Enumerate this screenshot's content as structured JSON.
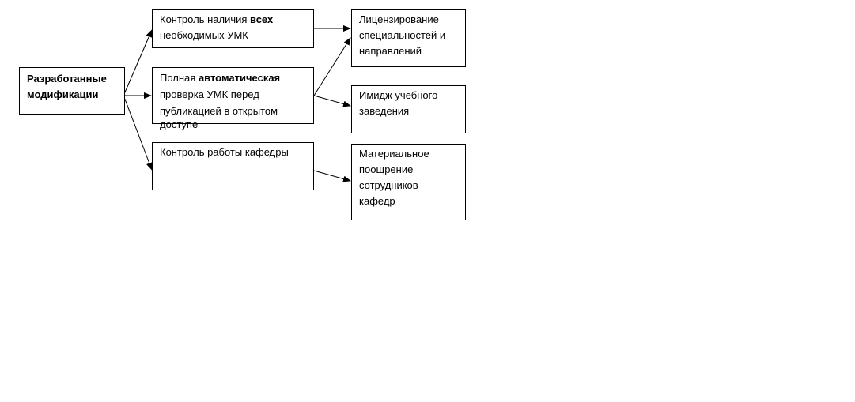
{
  "diagram": {
    "root": {
      "lines": [
        "Разработанные",
        "модификации"
      ]
    },
    "measures": [
      {
        "id": "m1",
        "lines": [
          {
            "before": "Контроль наличия ",
            "bold": "всех",
            "after": ""
          },
          {
            "before": "необходимых УМК",
            "bold": "",
            "after": ""
          }
        ]
      },
      {
        "id": "m2",
        "lines": [
          {
            "before": "Полная ",
            "bold": "автоматическая",
            "after": ""
          },
          {
            "before": "проверка УМК перед",
            "bold": "",
            "after": ""
          },
          {
            "before": "публикацией в открытом",
            "bold": "",
            "after": ""
          },
          {
            "before": "доступе",
            "bold": "",
            "after": ""
          }
        ]
      },
      {
        "id": "m3",
        "lines": [
          {
            "before": "Контроль работы кафедры",
            "bold": "",
            "after": ""
          }
        ]
      }
    ],
    "results": [
      {
        "id": "r1",
        "lines": [
          "Лицензирование",
          "специальностей и",
          "направлений"
        ]
      },
      {
        "id": "r2",
        "lines": [
          "Имидж учебного",
          "заведения"
        ]
      },
      {
        "id": "r3",
        "lines": [
          "Материальное",
          "поощрение",
          "сотрудников",
          "кафедр"
        ]
      }
    ],
    "connections": [
      {
        "from": "root",
        "to": "m1"
      },
      {
        "from": "root",
        "to": "m2"
      },
      {
        "from": "root",
        "to": "m3"
      },
      {
        "from": "m1",
        "to": "r1"
      },
      {
        "from": "m2",
        "to": "r1"
      },
      {
        "from": "m2",
        "to": "r2"
      },
      {
        "from": "m3",
        "to": "r3"
      }
    ],
    "colors": {
      "line": "#000000",
      "box_fill": "#ffffff",
      "text": "#000000"
    }
  }
}
